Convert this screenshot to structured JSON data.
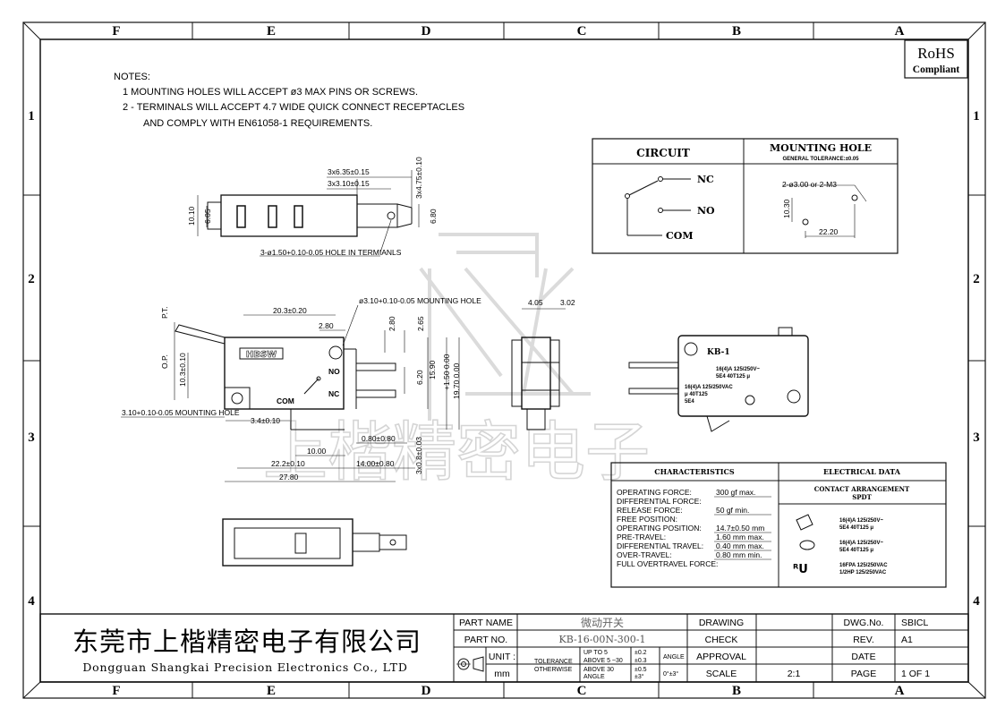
{
  "frame": {
    "columns": [
      "F",
      "E",
      "D",
      "C",
      "B",
      "A"
    ],
    "rows": [
      "1",
      "2",
      "3",
      "4"
    ]
  },
  "rohs": {
    "line1": "RoHS",
    "line2": "Compliant"
  },
  "notes": {
    "title": "NOTES:",
    "items": [
      "1   MOUNTING HOLES WILL ACCEPT ø3 MAX PINS OR SCREWS.",
      "2 - TERMINALS WILL ACCEPT 4.7 WIDE QUICK CONNECT RECEPTACLES",
      "AND COMPLY WITH EN61058-1 REQUIREMENTS."
    ]
  },
  "top_view": {
    "dims": [
      "3x6.35±0.15",
      "3x3.10±0.15",
      "3x4.75±0.10",
      "10.10",
      "6.05",
      "6.80"
    ],
    "hole_note": "3-ø1.50+0.10-0.05 HOLE IN TERMIANLS"
  },
  "front_view": {
    "brand": "HBSW",
    "labels": [
      "NO",
      "NC",
      "COM"
    ],
    "dims": [
      "P.T.",
      "O.P.",
      "20.3±0.20",
      "2.80",
      "2.80",
      "2.65",
      "10.3±0.10",
      "15.90",
      "6.20",
      "+1.50 0.00",
      "19.70 0.00",
      "3.4±0.10",
      "0.80±0.80",
      "10.00",
      "22.2±0.10",
      "14.00±0.80",
      "27.80",
      "3x0.8±0.03"
    ],
    "hole_top": "ø3.10+0.10-0.05 MOUNTING HOLE",
    "hole_left": "3.10+0.10-0.05 MOUNTING HOLE"
  },
  "side_view": {
    "dims": [
      "4.05",
      "3.02"
    ]
  },
  "iso_view": {
    "model": "KB-1",
    "lines": [
      "16(4)A 125/250V~",
      "5E4 40T125 μ",
      "16(4)A 125/250VAC",
      "μ 40T125",
      "5E4"
    ]
  },
  "circuit": {
    "title": "CIRCUIT",
    "labels": [
      "NC",
      "NO",
      "COM"
    ]
  },
  "mounting_hole": {
    "title": "MOUNTING HOLE",
    "subtitle": "GENERAL TOLERANCE:±0.05",
    "dims": [
      "2-ø3.00 or 2-M3",
      "10.30",
      "22.20"
    ]
  },
  "watermark": "上楷精密电子",
  "characteristics": {
    "title": "CHARACTERISTICS",
    "rows": [
      {
        "label": "OPERATING FORCE:",
        "value": "300 gf max."
      },
      {
        "label": "DIFFERENTIAL FORCE:",
        "value": ""
      },
      {
        "label": "RELEASE FORCE:",
        "value": "50 gf min."
      },
      {
        "label": "FREE POSITION:",
        "value": ""
      },
      {
        "label": "OPERATING POSITION:",
        "value": "14.7±0.50 mm"
      },
      {
        "label": "PRE-TRAVEL:",
        "value": "1.60 mm max."
      },
      {
        "label": "DIFFERENTIAL TRAVEL:",
        "value": "0.40 mm max."
      },
      {
        "label": "OVER-TRAVEL:",
        "value": "0.80 mm min."
      },
      {
        "label": "FULL OVERTRAVEL FORCE:",
        "value": ""
      }
    ]
  },
  "electrical": {
    "title": "ELECTRICAL DATA",
    "contact_title": "CONTACT ARRANGEMENT",
    "contact_value": "SPDT",
    "ratings": [
      {
        "l1": "16(4)A 125/250V~",
        "l2": "5E4 40T125 μ"
      },
      {
        "l1": "16(4)A 125/250V~",
        "l2": "5E4 40T125 μ"
      },
      {
        "l1": "16FPA 125/250VAC",
        "l2": "1/2HP 125/250VAC"
      }
    ]
  },
  "title_block": {
    "company_cn": "东莞市上楷精密电子有限公司",
    "company_en": "Dongguan Shangkai Precision Electronics Co., LTD",
    "part_name_label": "PART NAME",
    "part_name": "微动开关",
    "part_no_label": "PART NO.",
    "part_no": "KB-16-00N-300-1",
    "unit_label": "UNIT :",
    "unit_value": "mm",
    "tolerance_label": "TOLERANCE",
    "otherwise_label": "OTHERWISE",
    "tol_rows": [
      {
        "range": "UP TO 5",
        "value": "±0.2"
      },
      {
        "range": "ABOVE 5 ~30",
        "value": "±0.3"
      },
      {
        "range": "ABOVE 30",
        "value": "±0.5"
      },
      {
        "range": "ANGLE",
        "value": "±3°"
      }
    ],
    "angle_label": "ANGLE",
    "angle_value": "0°±3°",
    "drawing_label": "DRAWING",
    "check_label": "CHECK",
    "approval_label": "APPROVAL",
    "scale_label": "SCALE",
    "scale_value": "2:1",
    "dwg_no_label": "DWG.No.",
    "dwg_no": "SBICL",
    "rev_label": "REV.",
    "rev": "A1",
    "date_label": "DATE",
    "date": "",
    "page_label": "PAGE",
    "page": "1 OF 1"
  }
}
